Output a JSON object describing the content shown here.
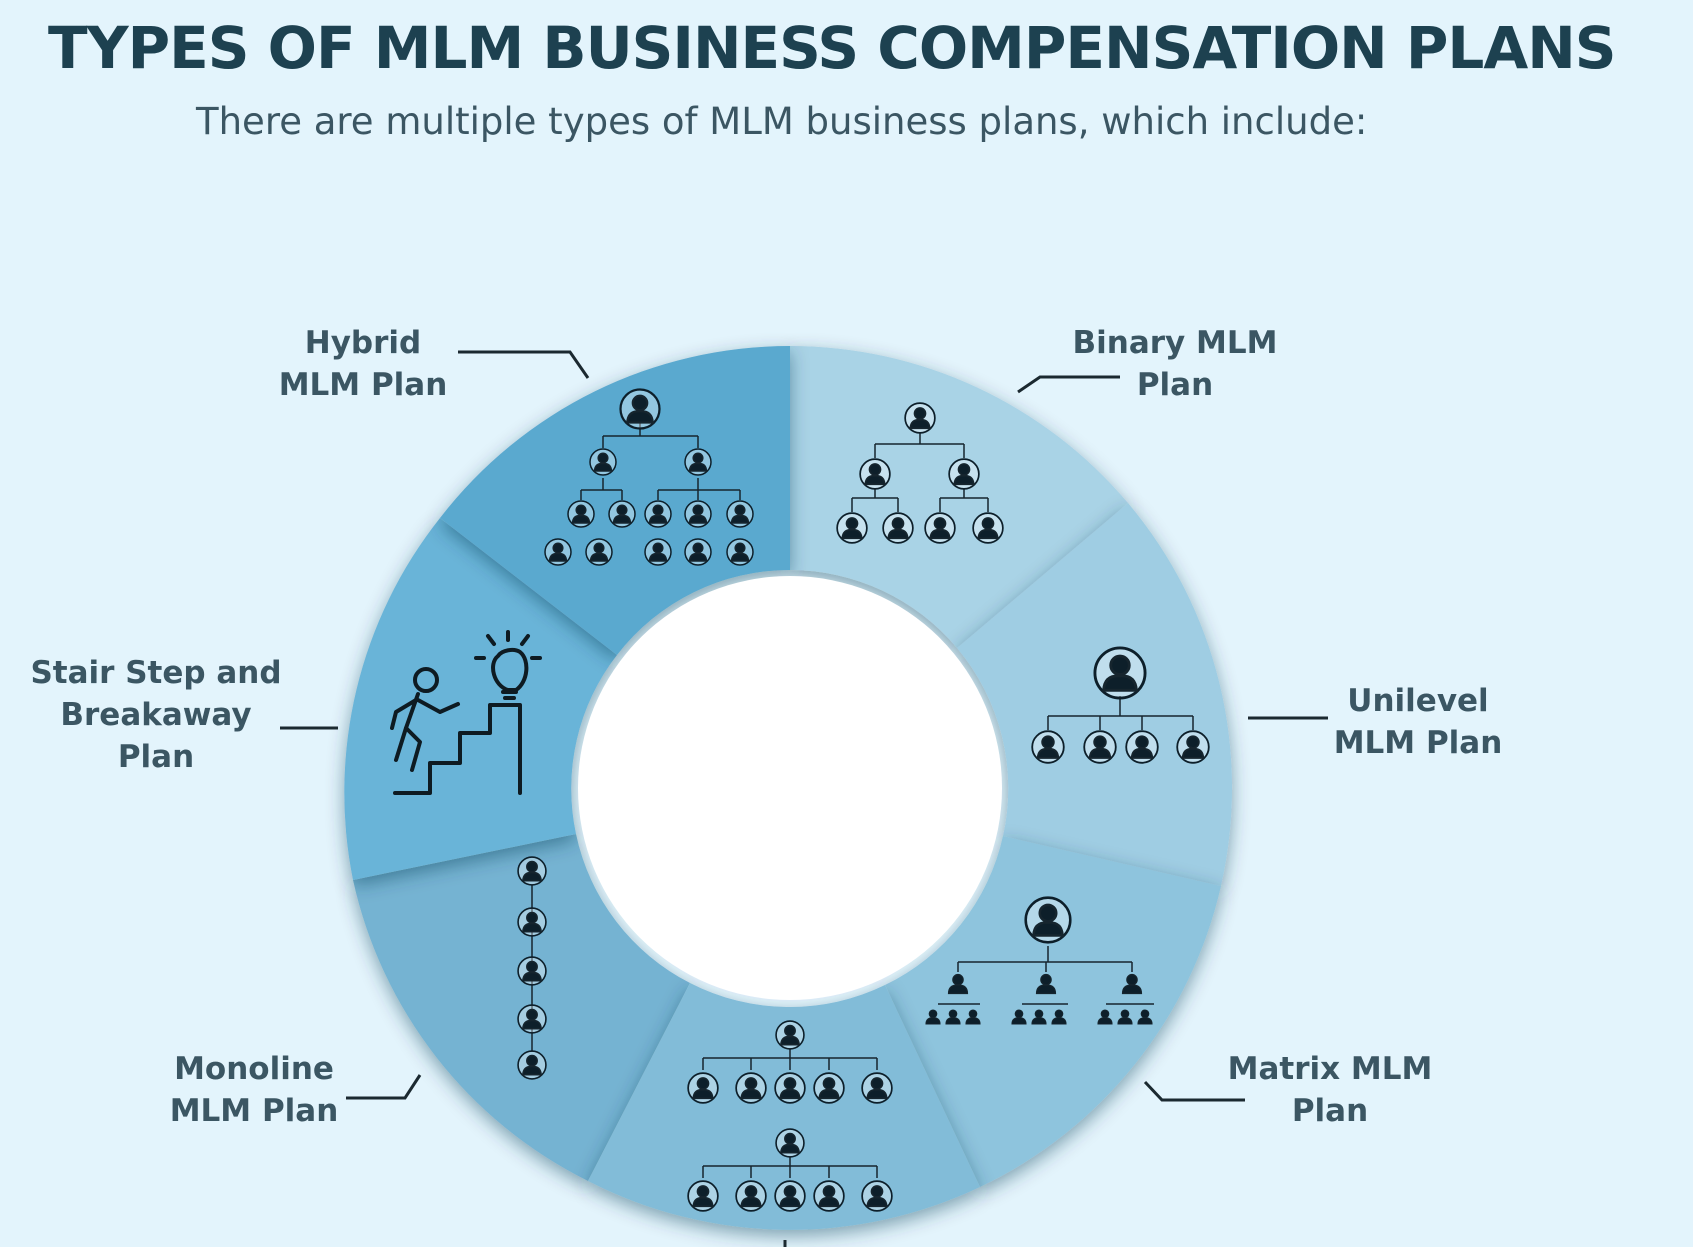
{
  "title": "TYPES OF MLM BUSINESS COMPENSATION PLANS",
  "subtitle": "There are multiple types of MLM business plans, which include:",
  "plans": {
    "hybrid": {
      "line1": "Hybrid",
      "line2": "MLM Plan",
      "icon": "hybrid-tree-icon"
    },
    "binary": {
      "line1": "Binary MLM",
      "line2": "Plan",
      "icon": "binary-tree-icon"
    },
    "unilevel": {
      "line1": "Unilevel",
      "line2": "MLM Plan",
      "icon": "unilevel-tree-icon"
    },
    "matrix": {
      "line1": "Matrix MLM",
      "line2": "Plan",
      "icon": "matrix-tree-icon"
    },
    "monoline": {
      "line1": "Monoline",
      "line2": "MLM Plan",
      "icon": "monoline-chain-icon"
    },
    "stair_step": {
      "line1": "Stair Step and",
      "line2": "Breakaway",
      "line3": "Plan",
      "icon": "stair-climber-icon"
    }
  },
  "colors": {
    "background": "#e3f4fc",
    "title": "#1d4150",
    "segment_lightest": "#a9d3e6",
    "segment_medium": "#6eb3d3",
    "segment_dark": "#5aa9cf",
    "center": "#ffffff"
  }
}
